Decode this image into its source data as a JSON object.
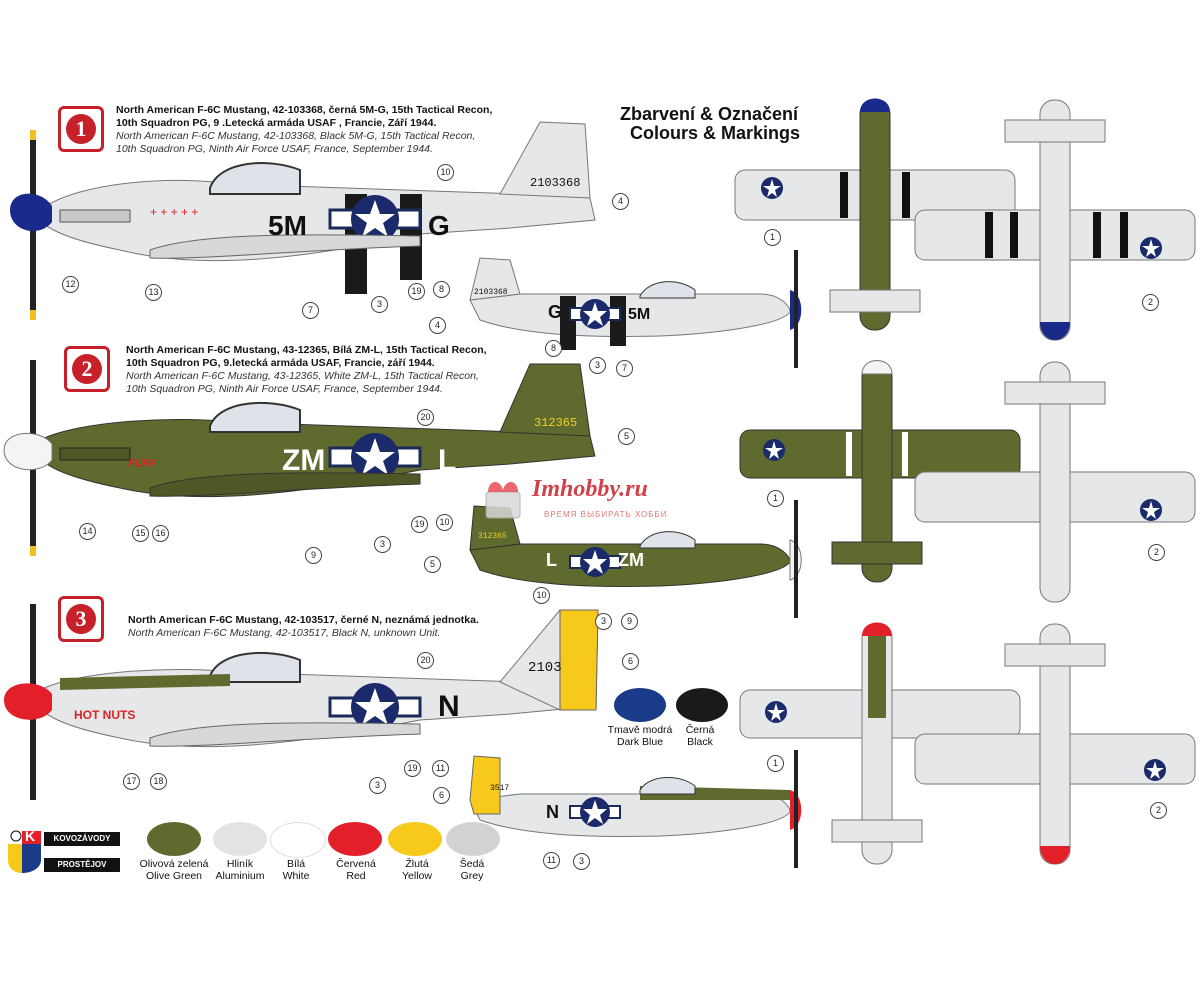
{
  "header": {
    "title_cz": "Zbarvení & Označení",
    "title_en": "Colours & Markings"
  },
  "profiles": [
    {
      "number": "1",
      "caption_cz": [
        "North American F-6C Mustang, 42-103368, černá 5M-G, 15th Tactical Recon,",
        "10th Squadron PG, 9 .Letecká armáda USAF , Francie, Září 1944."
      ],
      "caption_en": [
        "North American F-6C Mustang, 42-103368, Black 5M-G, 15th Tactical Recon,",
        "10th Squadron PG, Ninth Air Force USAF, France, September 1944."
      ],
      "code_left": "5M",
      "code_right": "G",
      "serial": "2103368",
      "serial_small": "2103368",
      "colors": {
        "fuselage": "#e6e7e8",
        "spinner": "#1a2a8a"
      }
    },
    {
      "number": "2",
      "caption_cz": [
        "North American F-6C Mustang, 43-12365, Bílá ZM-L, 15th Tactical Recon,",
        "10th Squadron PG, 9.letecká armáda USAF, Francie, září 1944."
      ],
      "caption_en": [
        "North American F-6C Mustang, 43-12365, White ZM-L, 15th Tactical Recon,",
        "10th Squadron PG, Ninth Air Force USAF, France, September 1944."
      ],
      "code_left": "ZM",
      "code_right": "L",
      "serial": "312365",
      "serial_small": "312365",
      "nose_art": "FUFF",
      "colors": {
        "fuselage": "#5f6b2e",
        "spinner": "#f4f4f4"
      }
    },
    {
      "number": "3",
      "caption_cz": [
        "North American F-6C Mustang, 42-103517, černé N, neznámá jednotka."
      ],
      "caption_en": [
        "North American F-6C Mustang, 42-103517, Black N, unknown Unit."
      ],
      "code_right": "N",
      "serial": "2103",
      "serial_small": "3517",
      "nose_art": "HOT NUTS",
      "colors": {
        "fuselage": "#e6e7e8",
        "spinner": "#e3202a"
      }
    }
  ],
  "callouts": [
    "1",
    "2",
    "3",
    "4",
    "5",
    "6",
    "7",
    "8",
    "9",
    "10",
    "11",
    "12",
    "13",
    "14",
    "15",
    "16",
    "17",
    "18",
    "19",
    "20"
  ],
  "swatches_bottom": [
    {
      "cz": "Olivová zelená",
      "en": "Olive Green",
      "color": "#5f6b2e"
    },
    {
      "cz": "Hliník",
      "en": "Aluminium",
      "color": "#e2e3e4"
    },
    {
      "cz": "Bílá",
      "en": "White",
      "color": "#ffffff"
    },
    {
      "cz": "Červená",
      "en": "Red",
      "color": "#e3202a"
    },
    {
      "cz": "Žlutá",
      "en": "Yellow",
      "color": "#f6c91a"
    },
    {
      "cz": "Šedá",
      "en": "Grey",
      "color": "#d0d2d3"
    }
  ],
  "swatches_right": [
    {
      "cz": "Tmavě modrá",
      "en": "Dark Blue",
      "color": "#1a3a8a"
    },
    {
      "cz": "Černá",
      "en": "Black",
      "color": "#1a1a1a"
    }
  ],
  "logo": {
    "top": "KOVOZÁVODY",
    "bottom": "PROSTĚJOV",
    "letter": "K"
  },
  "watermark": {
    "brand": "Imhobby.ru",
    "slogan": "ВРЕМЯ ВЫБИРАТЬ  ХОББИ"
  }
}
